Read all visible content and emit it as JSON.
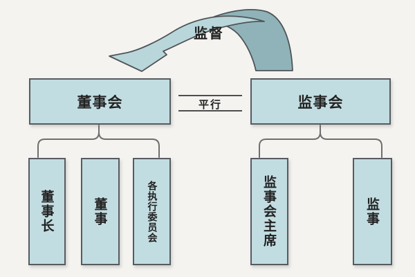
{
  "diagram": {
    "annotations": {
      "supervise": "监督",
      "parallel": "平行"
    },
    "top_nodes": {
      "board": "董事会",
      "supervisory_board": "监事会"
    },
    "board_children": [
      "董事长",
      "董事",
      "各执行委员会"
    ],
    "supervisory_children": [
      "监事会主席",
      "监事"
    ],
    "colors": {
      "background": "#f4f3f0",
      "node_fill": "#c2dde1",
      "node_border": "#565b5f",
      "connector": "#6e6e6e",
      "arrow_light": "#b9d7db",
      "arrow_dark": "#8fb3b9",
      "arrow_outline": "#4f5457",
      "text": "#222222"
    }
  }
}
